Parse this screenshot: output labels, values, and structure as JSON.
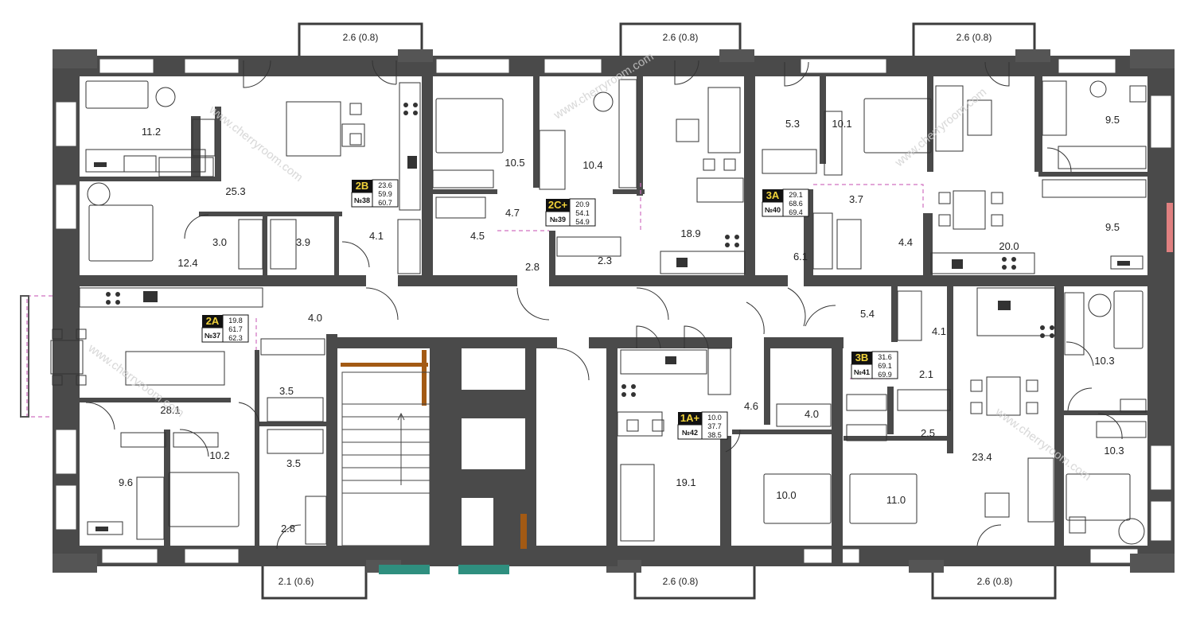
{
  "colors": {
    "wall": "#4a4a4a",
    "partition": "#5a5a5a",
    "window_frame": "#3c3c3c",
    "accent_orange": "#a35a14",
    "window_teal": "#2f8f7f",
    "dashed_boundary": "#d070c0",
    "badge_bg": "#111111",
    "badge_text": "#f0d23a",
    "furniture": "#333333",
    "pink_window": "#e08080"
  },
  "apartments": [
    {
      "id": "apt-38",
      "type": "2B",
      "number": "№38",
      "areas": [
        "23.6",
        "59.9",
        "60.7"
      ]
    },
    {
      "id": "apt-39",
      "type": "2C+",
      "number": "№39",
      "areas": [
        "20.9",
        "54.1",
        "54.9"
      ]
    },
    {
      "id": "apt-40",
      "type": "3A",
      "number": "№40",
      "areas": [
        "29.1",
        "68.6",
        "69.4"
      ]
    },
    {
      "id": "apt-37",
      "type": "2A",
      "number": "№37",
      "areas": [
        "19.8",
        "61.7",
        "62.3"
      ]
    },
    {
      "id": "apt-41",
      "type": "3B",
      "number": "№41",
      "areas": [
        "31.6",
        "69.1",
        "69.9"
      ]
    },
    {
      "id": "apt-42",
      "type": "1A+",
      "number": "№42",
      "areas": [
        "10.0",
        "37.7",
        "38.5"
      ]
    }
  ],
  "rooms": [
    "11.2",
    "25.3",
    "3.0",
    "3.9",
    "12.4",
    "4.1",
    "10.5",
    "10.4",
    "4.7",
    "4.5",
    "2.8",
    "2.3",
    "18.9",
    "5.3",
    "10.1",
    "9.5",
    "3.7",
    "4.4",
    "20.0",
    "9.5",
    "6.1",
    "4.0",
    "28.1",
    "3.5",
    "3.5",
    "10.2",
    "9.6",
    "2.8",
    "19.1",
    "4.6",
    "4.0",
    "10.0",
    "11.0",
    "5.4",
    "4.1",
    "2.1",
    "10.3",
    "10.3",
    "2.5",
    "23.4"
  ],
  "balconies": [
    "2.6 (0.8)",
    "2.6 (0.8)",
    "2.6 (0.8)",
    "2.1 (0.6)",
    "2.6 (0.8)",
    "2.6 (0.8)"
  ],
  "watermark": "www.cherryroom.com"
}
